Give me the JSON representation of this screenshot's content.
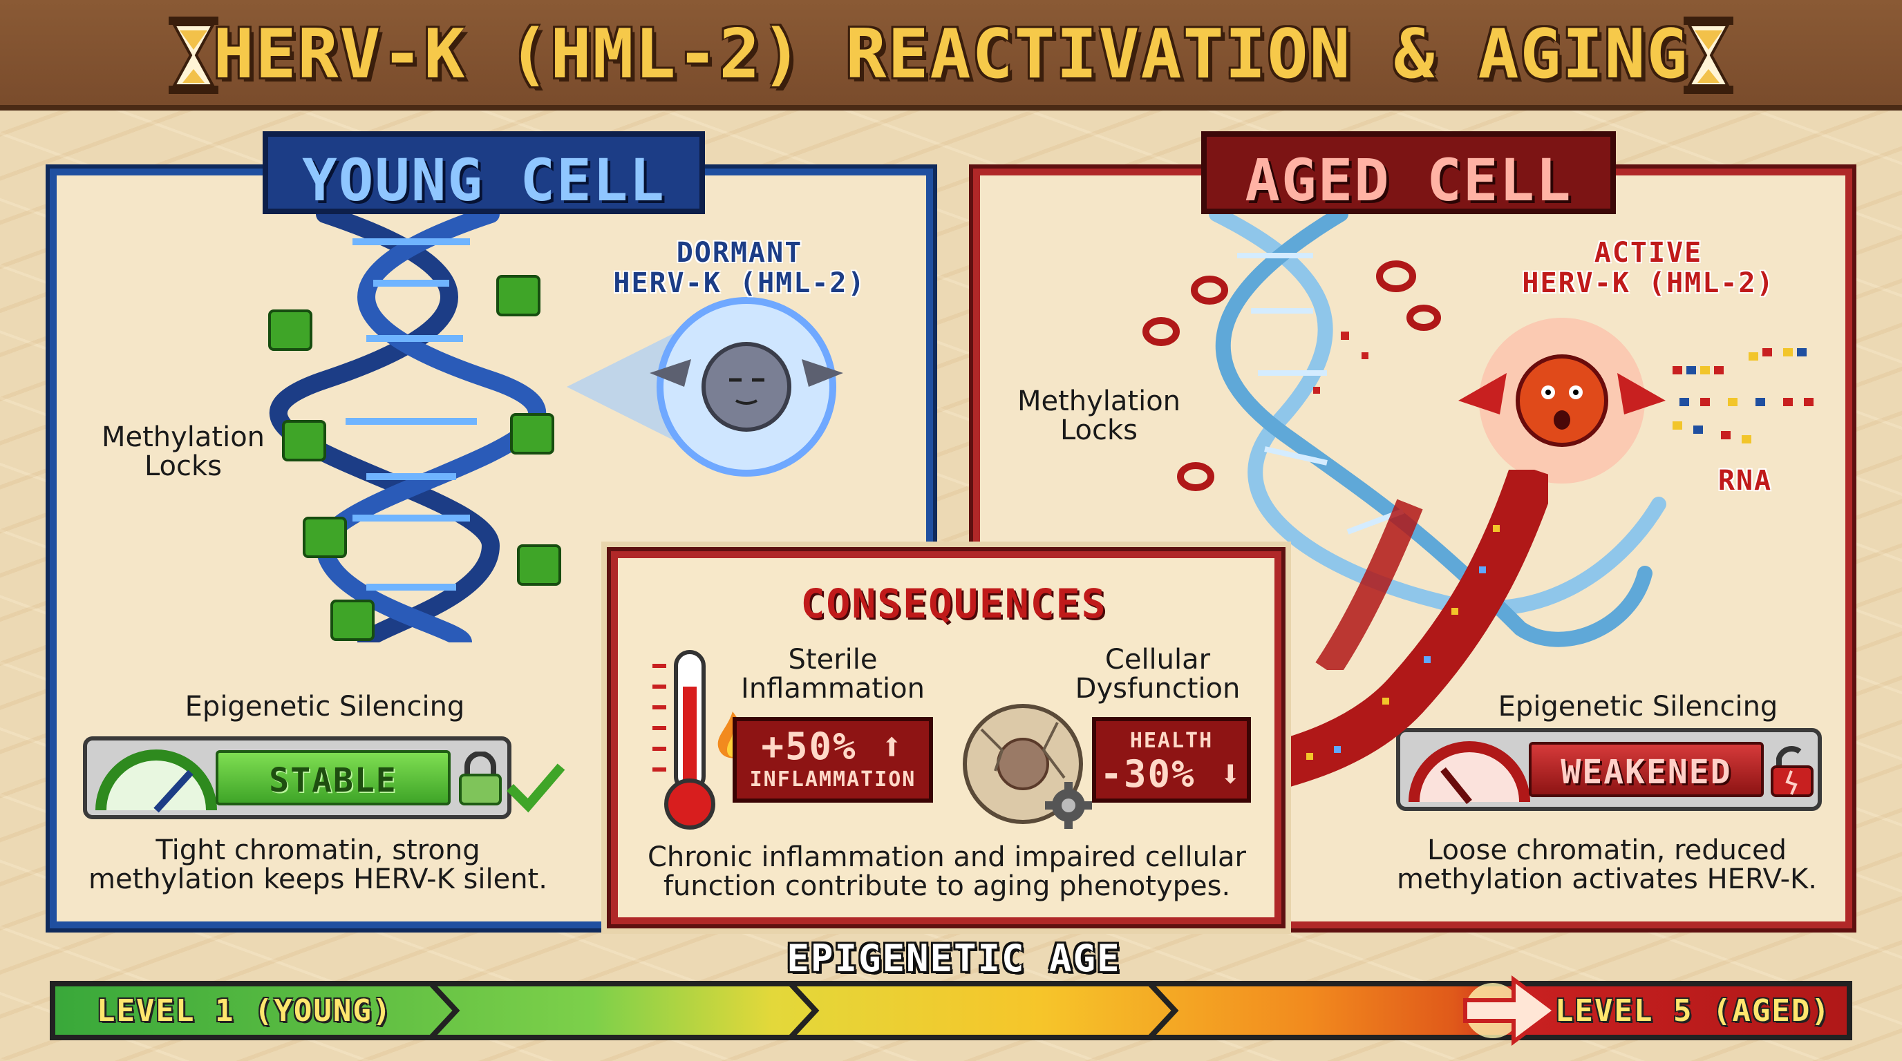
{
  "header": {
    "title": "HERV-K (HML-2) REACTIVATION & AGING"
  },
  "young_panel": {
    "title": "YOUNG CELL",
    "methylation_label": "Methylation\nLocks",
    "virus_caption_line1": "DORMANT",
    "virus_caption_line2": "HERV-K (HML-2)",
    "silencing_label": "Epigenetic Silencing",
    "gauge_label": "STABLE",
    "description_line1": "Tight chromatin, strong",
    "description_line2": "methylation keeps HERV-K silent."
  },
  "aged_panel": {
    "title": "AGED CELL",
    "methylation_label_line1": "Methylation",
    "methylation_label_line2": "Locks",
    "virus_caption_line1": "ACTIVE",
    "virus_caption_line2": "HERV-K (HML-2)",
    "rna_label": "RNA",
    "silencing_label": "Epigenetic Silencing",
    "gauge_label": "WEAKENED",
    "description_line1": "Loose chromatin, reduced",
    "description_line2": "methylation activates HERV-K."
  },
  "consequences": {
    "title": "CONSEQUENCES",
    "inflammation_label_line1": "Sterile",
    "inflammation_label_line2": "Inflammation",
    "inflammation_value": "+50%",
    "inflammation_unit": "INFLAMMATION",
    "dysfunction_label_line1": "Cellular",
    "dysfunction_label_line2": "Dysfunction",
    "health_label": "HEALTH",
    "health_value": "-30%",
    "description_line1": "Chronic inflammation and impaired cellular",
    "description_line2": "function contribute to aging phenotypes."
  },
  "age_bar": {
    "title": "EPIGENETIC AGE",
    "start_label": "LEVEL 1 (YOUNG)",
    "end_label": "LEVEL 5 (AGED)"
  },
  "colors": {
    "young_accent": "#1f4fa0",
    "aged_accent": "#b02828",
    "stable_green": "#3fa528",
    "weak_red": "#8e1414",
    "title_gold": "#f6c94a"
  }
}
